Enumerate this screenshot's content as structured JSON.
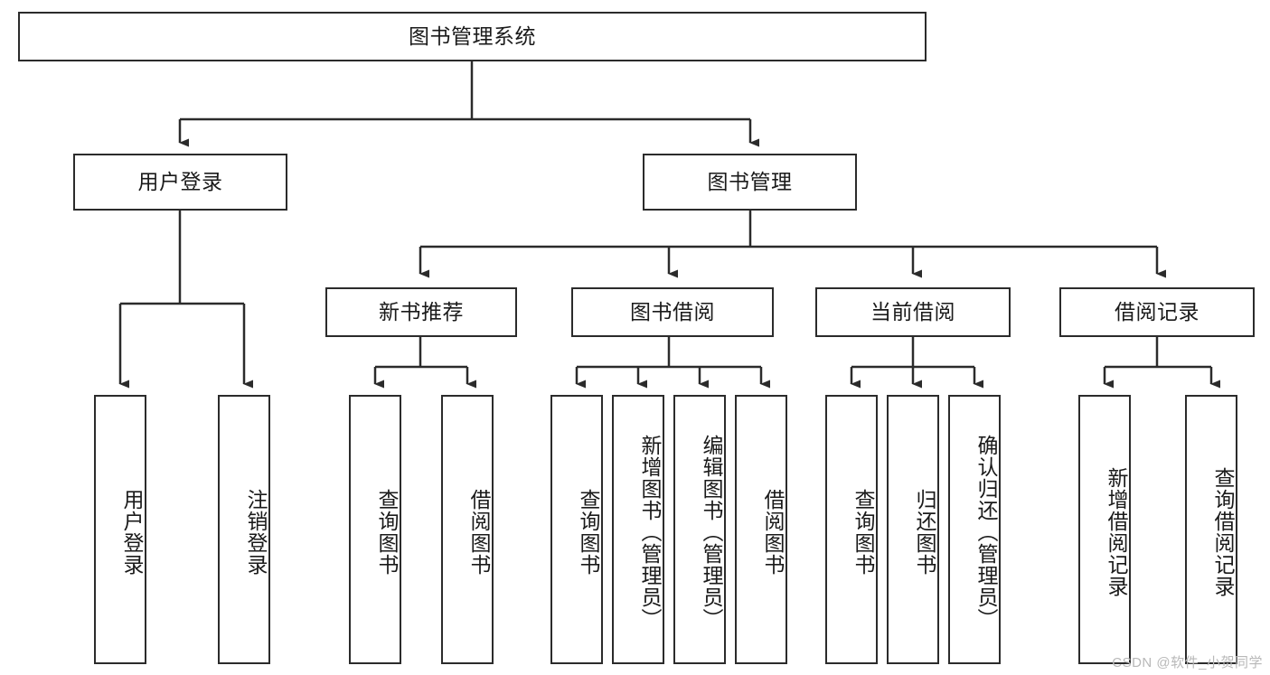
{
  "diagram": {
    "title": "图书管理系统",
    "type": "tree-hierarchy",
    "watermark": "CSDN @软件_小贺同学",
    "colors": {
      "stroke": "#2b2b2b",
      "fill": "#ffffff",
      "text": "#1a1a1a",
      "watermark": "#b8b8b8"
    },
    "root": {
      "label": "图书管理系统"
    },
    "level2": [
      {
        "label": "用户登录"
      },
      {
        "label": "图书管理"
      }
    ],
    "level3": [
      {
        "label": "新书推荐"
      },
      {
        "label": "图书借阅"
      },
      {
        "label": "当前借阅"
      },
      {
        "label": "借阅记录"
      }
    ],
    "leaves": {
      "user_login": [
        {
          "label": "用户登录"
        },
        {
          "label": "注销登录"
        }
      ],
      "new_book_recommend": [
        {
          "label": "查询图书"
        },
        {
          "label": "借阅图书"
        }
      ],
      "book_borrow": [
        {
          "label": "查询图书"
        },
        {
          "label": "新增图书（管理员）"
        },
        {
          "label": "编辑图书（管理员）"
        },
        {
          "label": "借阅图书"
        }
      ],
      "current_borrow": [
        {
          "label": "查询图书"
        },
        {
          "label": "归还图书"
        },
        {
          "label": "确认归还（管理员）"
        }
      ],
      "borrow_record": [
        {
          "label": "新增借阅记录"
        },
        {
          "label": "查询借阅记录"
        }
      ]
    }
  }
}
